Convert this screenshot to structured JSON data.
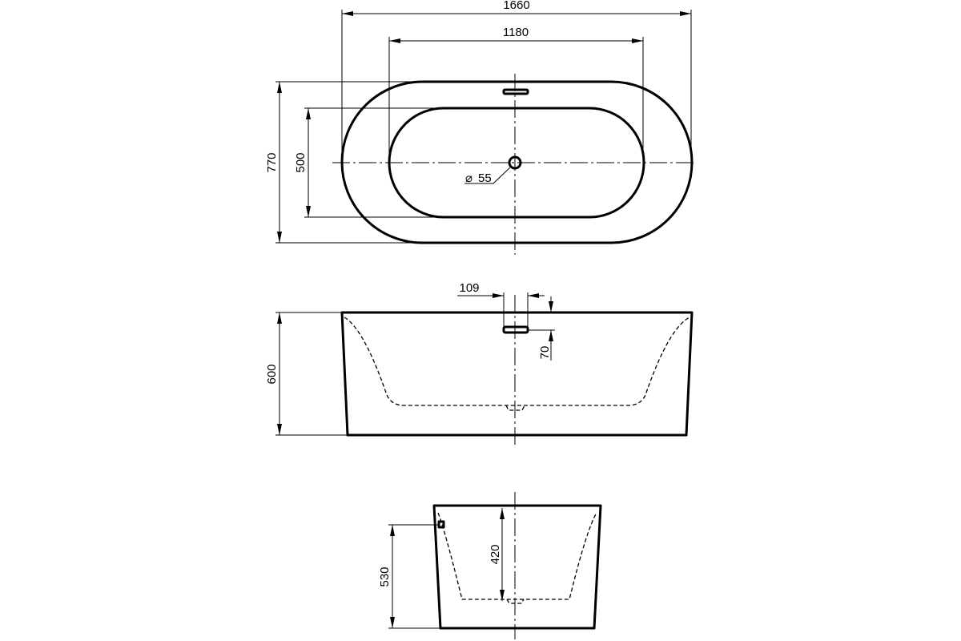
{
  "diagram": {
    "dimensions": {
      "top_overall_length": "1660",
      "top_inner_length": "1180",
      "top_overall_width": "770",
      "top_inner_width": "500",
      "drain_diameter": "55",
      "overflow_offset": "109",
      "overflow_depth": "70",
      "side_height": "600",
      "end_height": "530",
      "end_inner_depth": "420"
    },
    "symbols": {
      "diameter": "⌀"
    },
    "colors": {
      "line": "#000000",
      "background": "#ffffff"
    }
  }
}
